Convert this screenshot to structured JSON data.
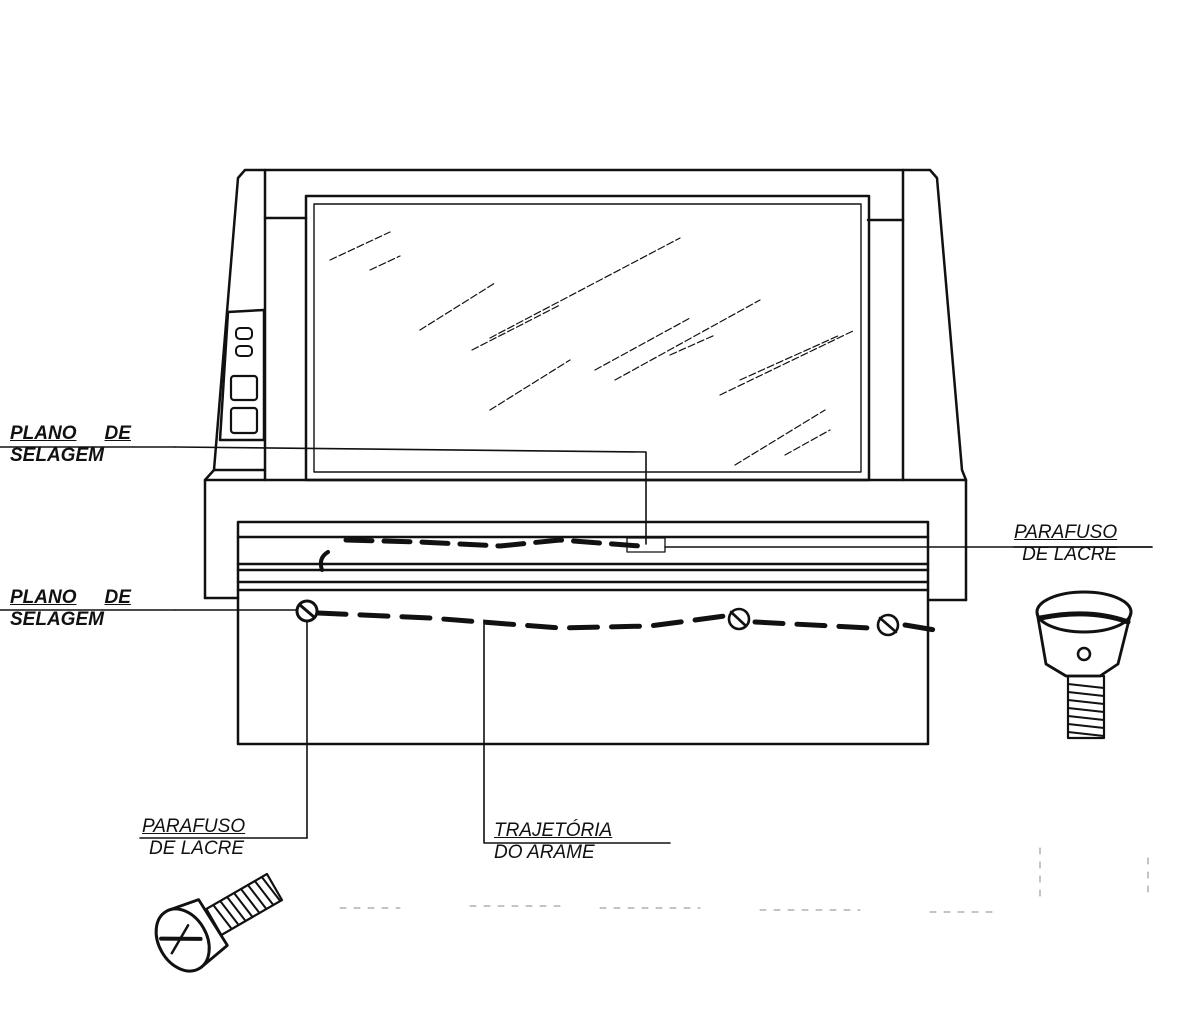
{
  "labels": {
    "plano_top": {
      "word1": "PLANO",
      "word2": "DE",
      "line2": "SELAGEM"
    },
    "plano_left": {
      "word1": "PLANO",
      "word2": "DE",
      "line2": "SELAGEM"
    },
    "parafuso_right": {
      "line1": "PARAFUSO",
      "line2": "DE LACRE"
    },
    "parafuso_bottom": {
      "line1": "PARAFUSO",
      "line2": "DE LACRE"
    },
    "trajetoria": {
      "line1": "TRAJETÓRIA",
      "line2": "DO ARAME"
    }
  },
  "colors": {
    "ink": "#111111",
    "paper": "#ffffff"
  },
  "icons": [
    "seal-screw-icon",
    "slotted-screw-head-icon",
    "display-glass-icon"
  ]
}
